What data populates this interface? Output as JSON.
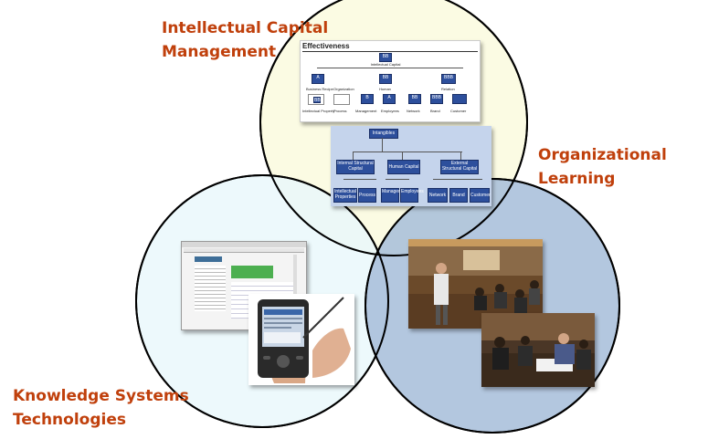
{
  "labels": {
    "icm": [
      "Intellectual Capital",
      "Management"
    ],
    "ol": [
      "Organizational",
      "Learning"
    ],
    "kst": [
      "Knowledge Systems",
      "Technologies"
    ]
  },
  "colors": {
    "label": "#c0400c",
    "circle_icm_fill": "#fbfbe0",
    "circle_kst_fill": "#e8f8fb",
    "circle_ol_fill": "#a6bdd9",
    "circle_stroke": "#000000"
  },
  "images": {
    "effectiveness_chart": {
      "title": "Effectiveness",
      "top_node": "BB",
      "root_label": "Intellectual Capital",
      "mid_nodes": [
        "A",
        "BB",
        "BBB"
      ],
      "mid_labels": [
        "Business Recipe",
        "Organization",
        "Human",
        "Relation"
      ],
      "leaf_nodes": [
        "BB",
        "B",
        "A",
        "BB",
        "BBB"
      ],
      "leaf_labels": [
        "Intellectual Property",
        "Process",
        "Management",
        "Employees",
        "Network",
        "Brand",
        "Customer"
      ]
    },
    "intangibles_chart": {
      "root": "Intangibles",
      "level2": [
        "Internal Structural Capital",
        "Human Capital",
        "External Structural Capital"
      ],
      "level3": [
        "Intellectual Properties",
        "Process",
        "Management",
        "Employees",
        "Network",
        "Brand",
        "Customer"
      ]
    },
    "pda_photo": "hand holding a PDA in front of a web application screenshot",
    "meeting_photos": "two photographs of a group meeting / workshop"
  }
}
